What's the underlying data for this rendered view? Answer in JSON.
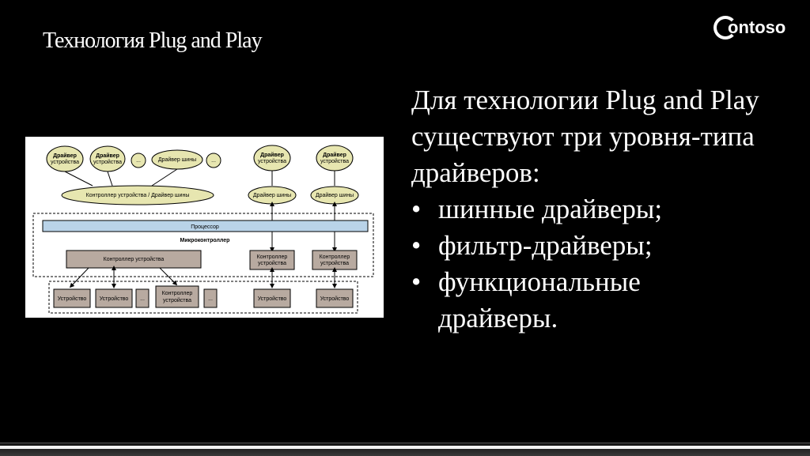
{
  "slide": {
    "title": "Технология Plug and Play",
    "logo": "ontoso",
    "intro": "Для технологии Plug and Play существуют три уровня-типа драйверов:",
    "bullets": [
      {
        "marker": "•",
        "text": "шинные драйверы;"
      },
      {
        "marker": "•",
        "text": "фильтр-драйверы;"
      },
      {
        "marker": "•",
        "text": "функциональные\nдрайверы."
      }
    ]
  },
  "diagram": {
    "driver1_l1": "Драйвер",
    "driver1_l2": "устройства",
    "driver2_l1": "Драйвер",
    "driver2_l2": "устройства",
    "ellipsis": "...",
    "bus_driver": "Драйвер шины",
    "right_driver1_l1": "Драйвер",
    "right_driver1_l2": "устройства",
    "right_driver2_l1": "Драйвер",
    "right_driver2_l2": "устройства",
    "controller_bus": "Контроллер устройства / Драйвер шины",
    "right_bus1": "Драйвер шины",
    "right_bus2": "Драйвер шины",
    "processor": "Процессор",
    "microcontroller": "Микроконтроллер",
    "device_controller": "Контроллер устройства",
    "controller_label_l1": "Контроллер",
    "controller_label_l2": "устройства",
    "device": "Устройство"
  }
}
